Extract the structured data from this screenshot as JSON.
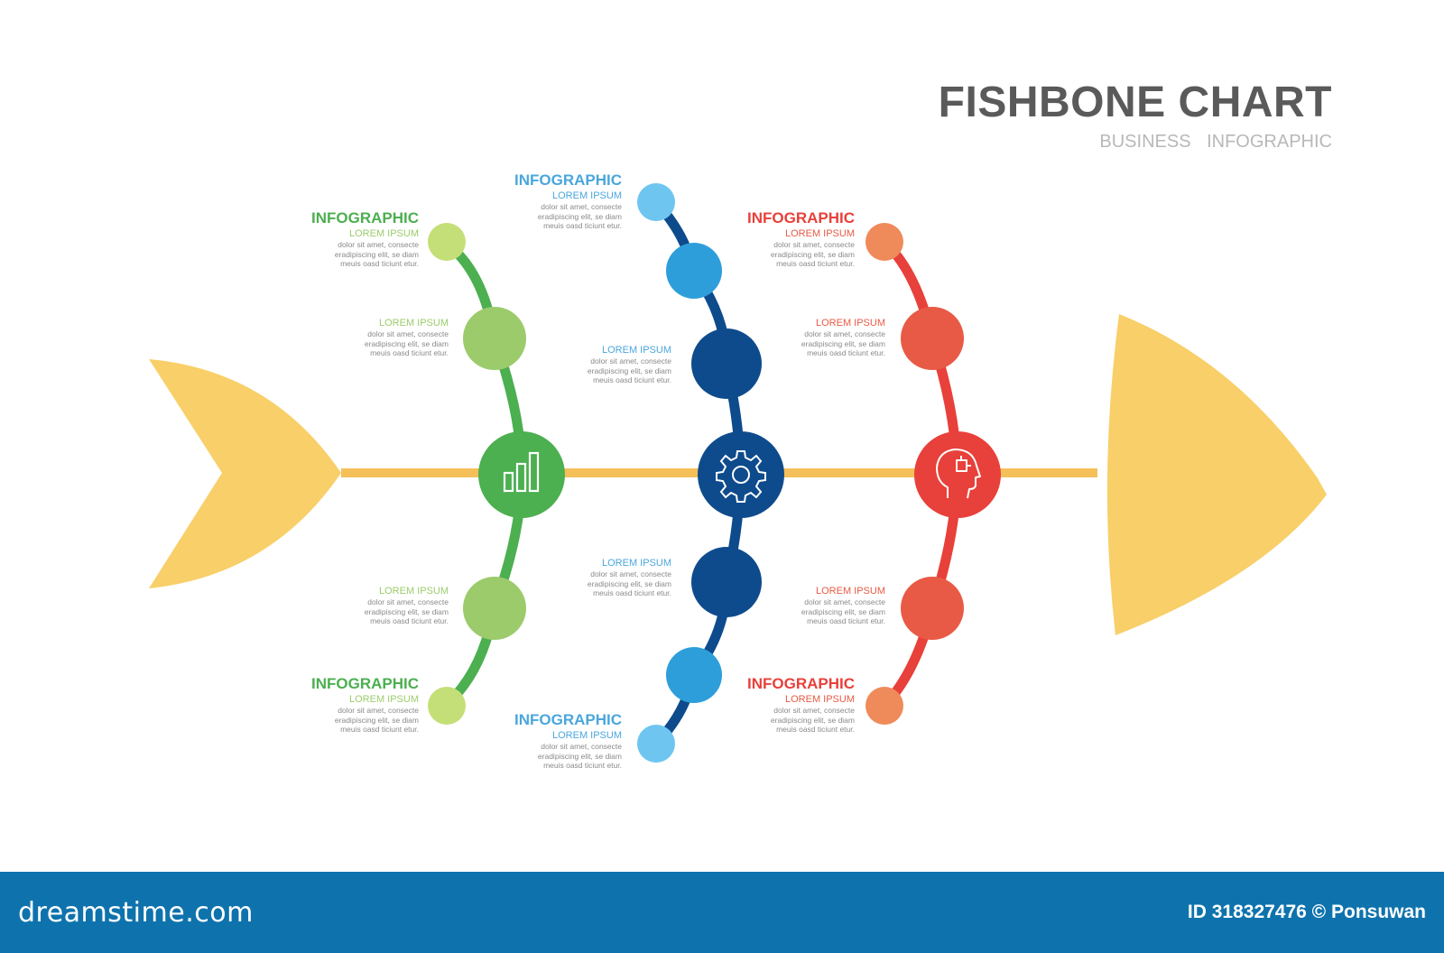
{
  "header": {
    "title": "FISHBONE CHART",
    "subtitle": "BUSINESS INFOGRAPHIC"
  },
  "colors": {
    "spine": "#f5c05a",
    "fish": "#f8cf68",
    "green": "#4caf50",
    "green_light": "#9ccb6b",
    "green_lightest": "#c5df78",
    "blue_light": "#6ec6f0",
    "blue_mid": "#2e9edb",
    "blue_dark": "#0e4b8c",
    "red": "#e8403a",
    "red_mid": "#e85a45",
    "red_light": "#ef8a5a"
  },
  "bones": [
    {
      "id": "green",
      "icon": "bar-chart-icon",
      "top": {
        "heading": "INFOGRAPHIC",
        "sub": "LOREM IPSUM",
        "body": [
          "dolor sit amet, consecte",
          "eradipiscing elit, se diam",
          "meuis oasd ticiunt etur."
        ]
      },
      "upper": {
        "sub": "LOREM IPSUM",
        "body": [
          "dolor sit amet, consecte",
          "eradipiscing elit, se diam",
          "meuis oasd ticiunt etur."
        ]
      },
      "lower": {
        "sub": "LOREM IPSUM",
        "body": [
          "dolor sit amet, consecte",
          "eradipiscing elit, se diam",
          "meuis oasd ticiunt etur."
        ]
      },
      "bottom": {
        "heading": "INFOGRAPHIC",
        "sub": "LOREM IPSUM",
        "body": [
          "dolor sit amet, consecte",
          "eradipiscing elit, se diam",
          "meuis oasd ticiunt etur."
        ]
      }
    },
    {
      "id": "blue",
      "icon": "gear-icon",
      "top": {
        "heading": "INFOGRAPHIC",
        "sub": "LOREM IPSUM",
        "body": [
          "dolor sit amet, consecte",
          "eradipiscing elit, se diam",
          "meuis oasd ticiunt etur."
        ]
      },
      "upper": {
        "sub": "LOREM IPSUM",
        "body": [
          "dolor sit amet, consecte",
          "eradipiscing elit, se diam",
          "meuis oasd ticiunt etur."
        ]
      },
      "lower": {
        "sub": "LOREM IPSUM",
        "body": [
          "dolor sit amet, consecte",
          "eradipiscing elit, se diam",
          "meuis oasd ticiunt etur."
        ]
      },
      "bottom": {
        "heading": "INFOGRAPHIC",
        "sub": "LOREM IPSUM",
        "body": [
          "dolor sit amet, consecte",
          "eradipiscing elit, se diam",
          "meuis oasd ticiunt etur."
        ]
      }
    },
    {
      "id": "red",
      "icon": "ai-head-icon",
      "top": {
        "heading": "INFOGRAPHIC",
        "sub": "LOREM IPSUM",
        "body": [
          "dolor sit amet, consecte",
          "eradipiscing elit, se diam",
          "meuis oasd ticiunt etur."
        ]
      },
      "upper": {
        "sub": "LOREM IPSUM",
        "body": [
          "dolor sit amet, consecte",
          "eradipiscing elit, se diam",
          "meuis oasd ticiunt etur."
        ]
      },
      "lower": {
        "sub": "LOREM IPSUM",
        "body": [
          "dolor sit amet, consecte",
          "eradipiscing elit, se diam",
          "meuis oasd ticiunt etur."
        ]
      },
      "bottom": {
        "heading": "INFOGRAPHIC",
        "sub": "LOREM IPSUM",
        "body": [
          "dolor sit amet, consecte",
          "eradipiscing elit, se diam",
          "meuis oasd ticiunt etur."
        ]
      }
    }
  ],
  "footer": {
    "logo": "dreamstime.com",
    "credit": "ID 318327476 © Ponsuwan"
  }
}
